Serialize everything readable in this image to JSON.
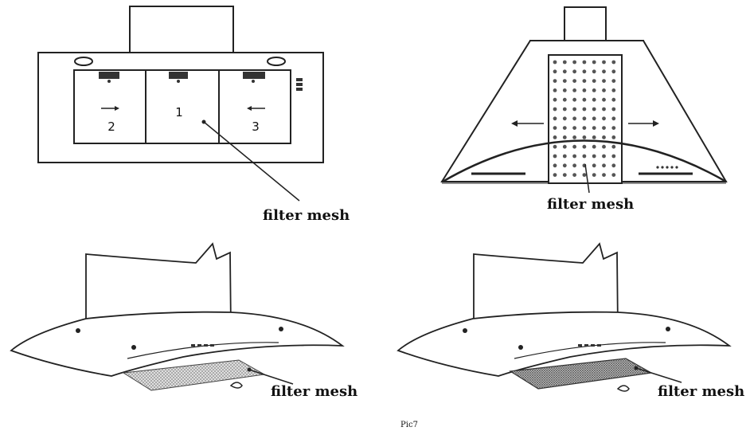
{
  "panel_a": {
    "filter_numbers": [
      "2",
      "1",
      "3"
    ],
    "filter_label": "filter mesh"
  },
  "panel_b": {
    "filter_label": "filter mesh"
  },
  "panel_c": {
    "filter_label": "filter mesh"
  },
  "panel_d": {
    "filter_label": "filter mesh"
  },
  "caption": "Pic7",
  "colors": {
    "line": "#222222",
    "mesh": "#bdbdbd",
    "dot": "#555555"
  }
}
